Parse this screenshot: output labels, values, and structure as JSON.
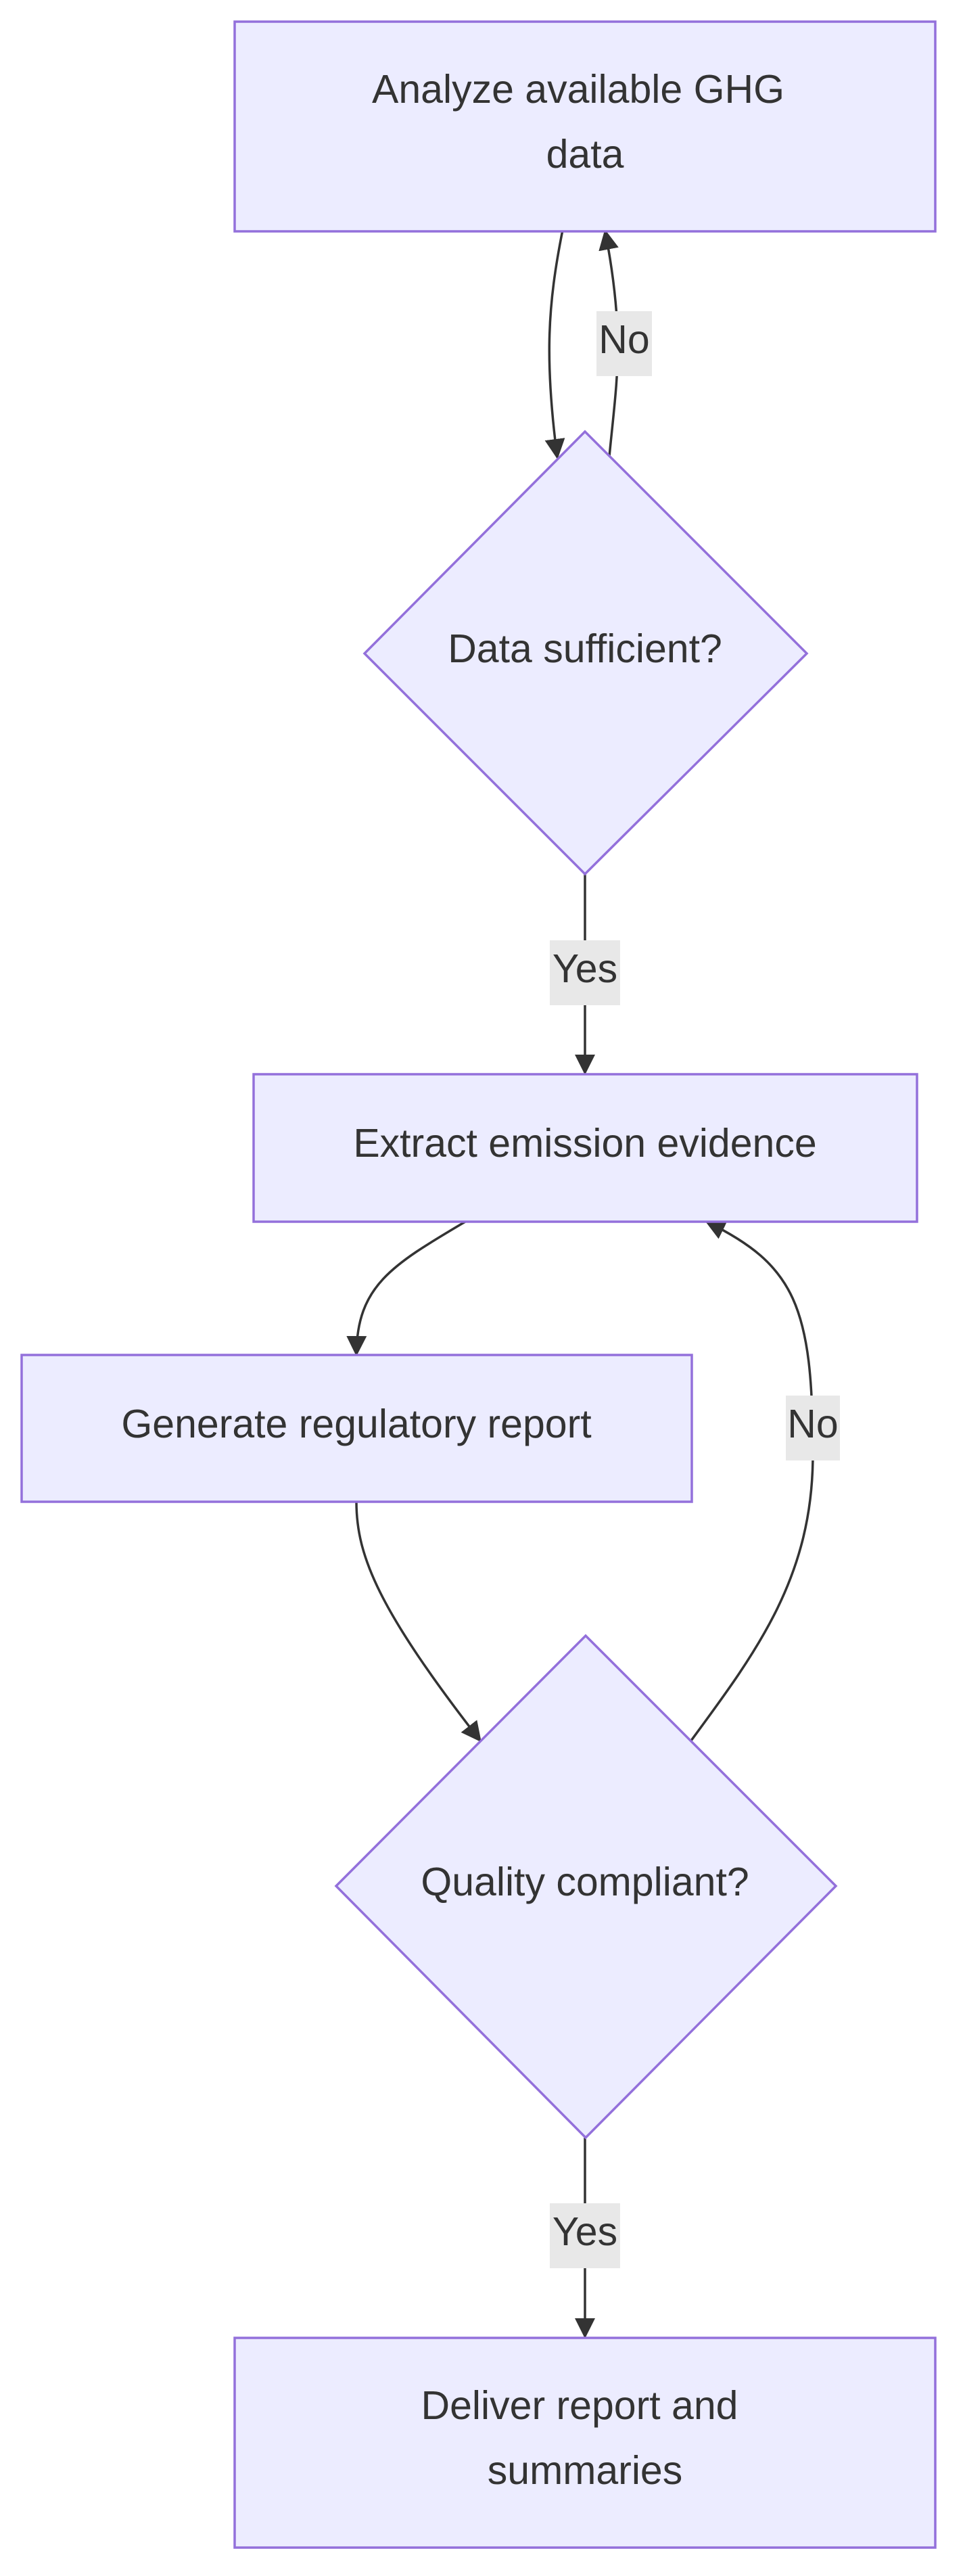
{
  "diagram": {
    "type": "flowchart",
    "direction": "top-down",
    "colors": {
      "node_fill": "#ececff",
      "node_stroke": "#9370db",
      "edge": "#333333",
      "text": "#333333",
      "label_bg": "#e8e8e8"
    },
    "nodes": {
      "analyze": {
        "shape": "rect",
        "lines": [
          "Analyze available GHG",
          "data"
        ]
      },
      "sufficient": {
        "shape": "diamond",
        "lines": [
          "Data sufficient?"
        ]
      },
      "extract": {
        "shape": "rect",
        "lines": [
          "Extract emission evidence"
        ]
      },
      "generate": {
        "shape": "rect",
        "lines": [
          "Generate regulatory report"
        ]
      },
      "quality": {
        "shape": "diamond",
        "lines": [
          "Quality compliant?"
        ]
      },
      "deliver": {
        "shape": "rect",
        "lines": [
          "Deliver report and",
          "summaries"
        ]
      }
    },
    "edges": {
      "analyze_to_sufficient": {
        "from": "analyze",
        "to": "sufficient",
        "label": ""
      },
      "sufficient_to_analyze": {
        "from": "sufficient",
        "to": "analyze",
        "label": "No"
      },
      "sufficient_to_extract": {
        "from": "sufficient",
        "to": "extract",
        "label": "Yes"
      },
      "extract_to_generate": {
        "from": "extract",
        "to": "generate",
        "label": ""
      },
      "generate_to_quality": {
        "from": "generate",
        "to": "quality",
        "label": ""
      },
      "quality_to_extract": {
        "from": "quality",
        "to": "extract",
        "label": "No"
      },
      "quality_to_deliver": {
        "from": "quality",
        "to": "deliver",
        "label": "Yes"
      }
    }
  }
}
